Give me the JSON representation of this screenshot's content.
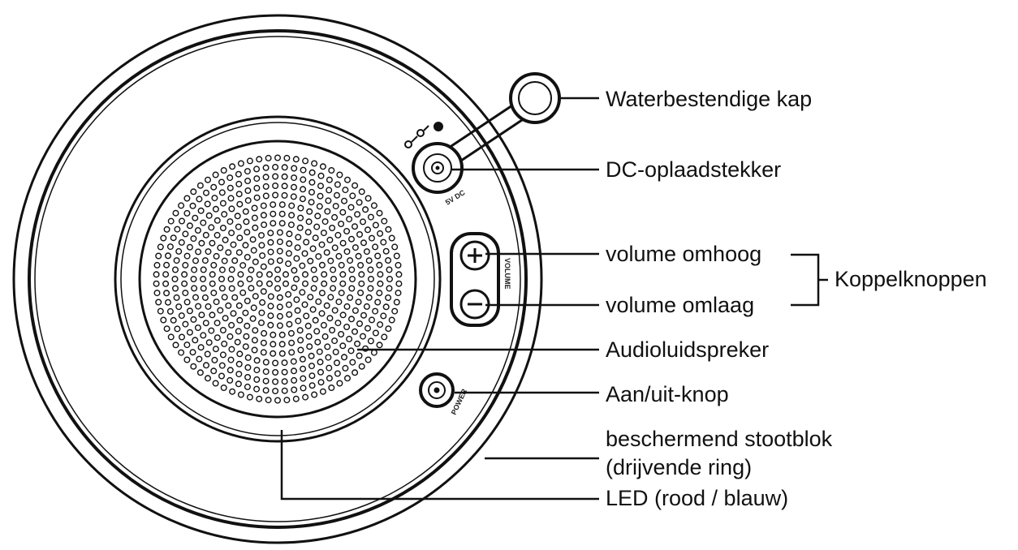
{
  "labels": {
    "cap": "Waterbestendige kap",
    "dc_plug": "DC-oplaadstekker",
    "volume_up": "volume omhoog",
    "volume_down": "volume omlaag",
    "pair_buttons": "Koppelknoppen",
    "speaker": "Audioluidspreker",
    "power": "Aan/uit-knop",
    "bumper_line1": "beschermend stootblok",
    "bumper_line2": "(drijvende ring)",
    "led": "LED (rood / blauw)"
  },
  "device_marks": {
    "volume": "VOLUME",
    "power": "POWER",
    "dc": "5V DC"
  },
  "colors": {
    "line": "#111111",
    "background": "#ffffff"
  }
}
